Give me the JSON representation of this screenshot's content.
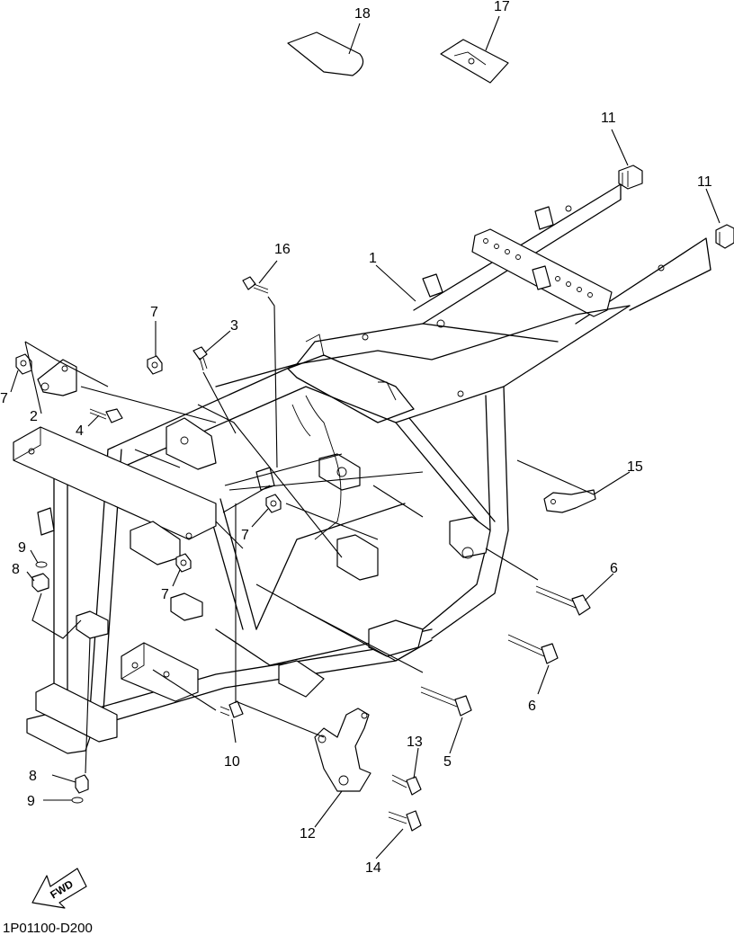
{
  "diagram": {
    "code": "1P01100-D200",
    "fwd_label": "FWD",
    "callouts": {
      "c1": "1",
      "c2": "2",
      "c3": "3",
      "c4": "4",
      "c5": "5",
      "c6a": "6",
      "c6b": "6",
      "c7a": "7",
      "c7b": "7",
      "c7c": "7",
      "c7d": "7",
      "c8a": "8",
      "c8b": "8",
      "c9a": "9",
      "c9b": "9",
      "c10": "10",
      "c11a": "11",
      "c11b": "11",
      "c12": "12",
      "c13": "13",
      "c14": "14",
      "c15": "15",
      "c16": "16",
      "c17": "17",
      "c18": "18"
    }
  }
}
